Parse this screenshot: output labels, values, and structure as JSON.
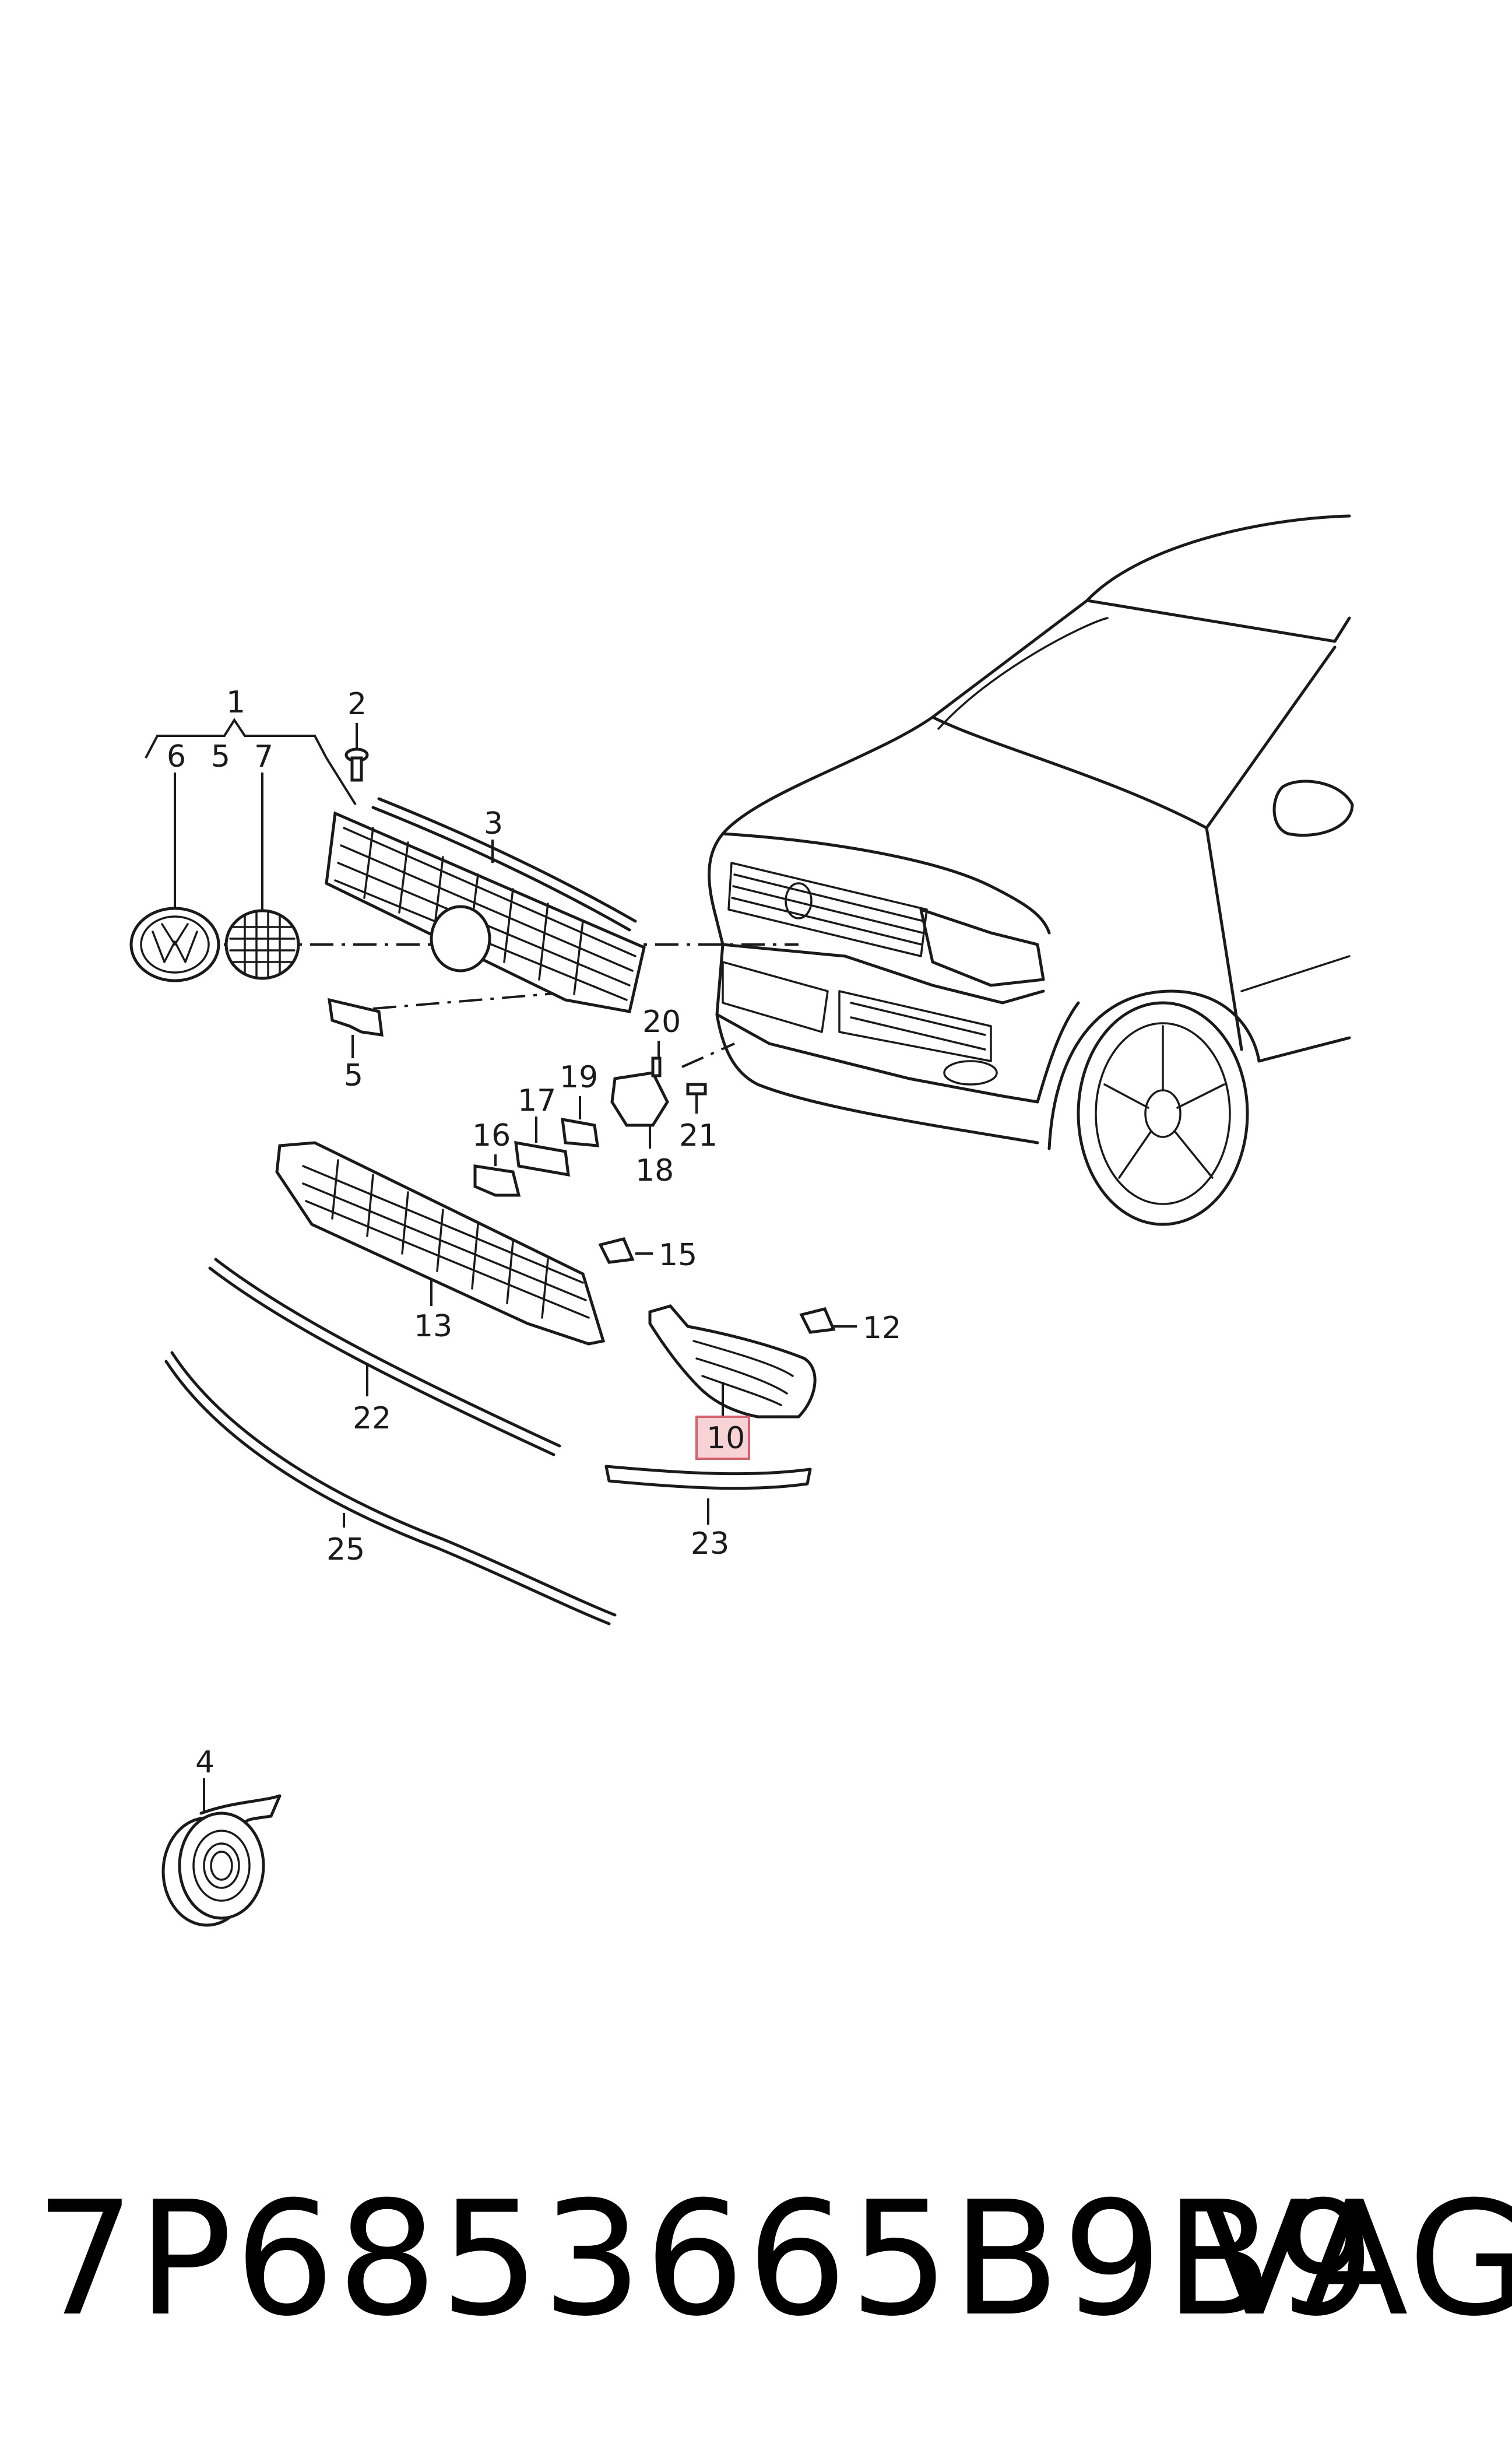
{
  "callouts": {
    "c1": "1",
    "c2": "2",
    "c3": "3",
    "c4": "4",
    "c5a": "5",
    "c5b": "5",
    "c6": "6",
    "c7": "7",
    "c10": "10",
    "c12": "12",
    "c13": "13",
    "c15": "15",
    "c16": "16",
    "c17": "17",
    "c18": "18",
    "c19": "19",
    "c20": "20",
    "c21": "21",
    "c22": "22",
    "c23": "23",
    "c25": "25"
  },
  "highlight_color": "#f8d3d6",
  "footer": {
    "part_number": "7P6853665B9B9",
    "brand": "VAG"
  }
}
